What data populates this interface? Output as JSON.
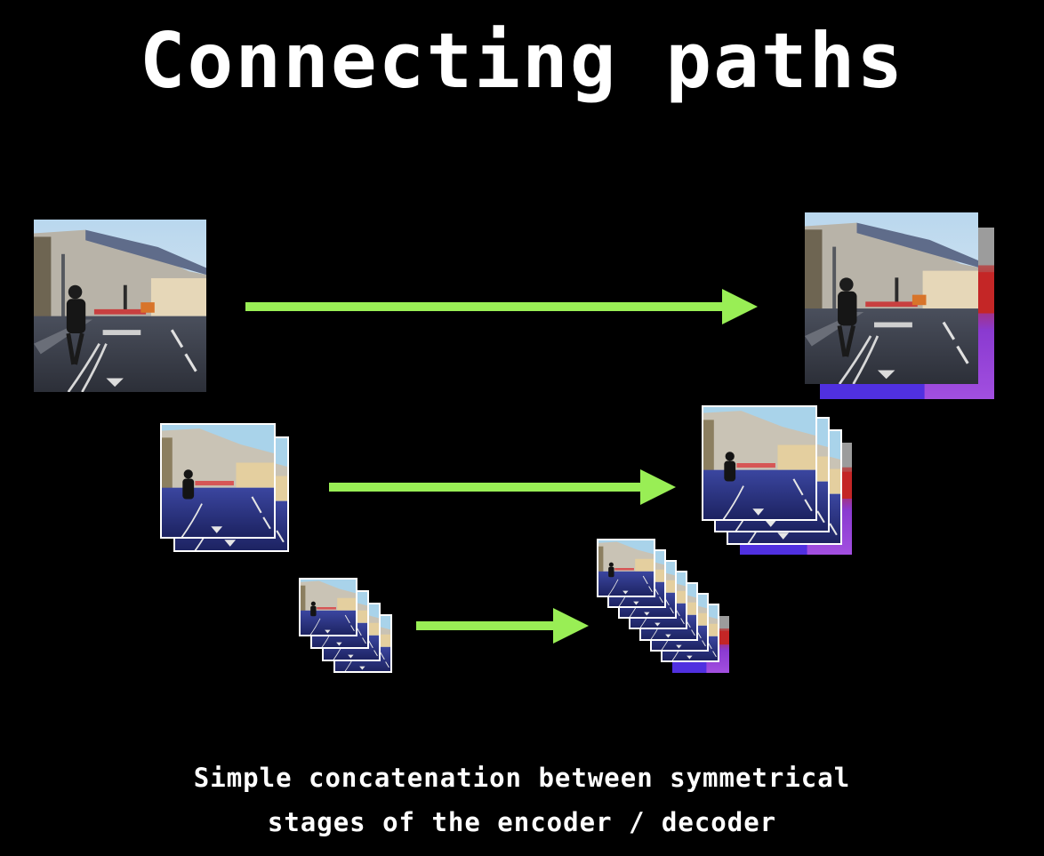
{
  "slide": {
    "title": "Connecting paths",
    "caption_line1": "Simple concatenation between symmetrical",
    "caption_line2": "stages of the encoder / decoder"
  },
  "colors": {
    "background": "#000000",
    "arrow": "#99EE55",
    "text": "#FFFFFF",
    "frame_border": "#FFFFFF",
    "segmentation_purple": "#A050E0",
    "segmentation_red": "#D02020"
  },
  "stages": [
    {
      "level": 1,
      "encoder_copies": 1,
      "decoder_copies": 2
    },
    {
      "level": 2,
      "encoder_copies": 2,
      "decoder_copies": 4
    },
    {
      "level": 3,
      "encoder_copies": 4,
      "decoder_copies": 8
    }
  ]
}
